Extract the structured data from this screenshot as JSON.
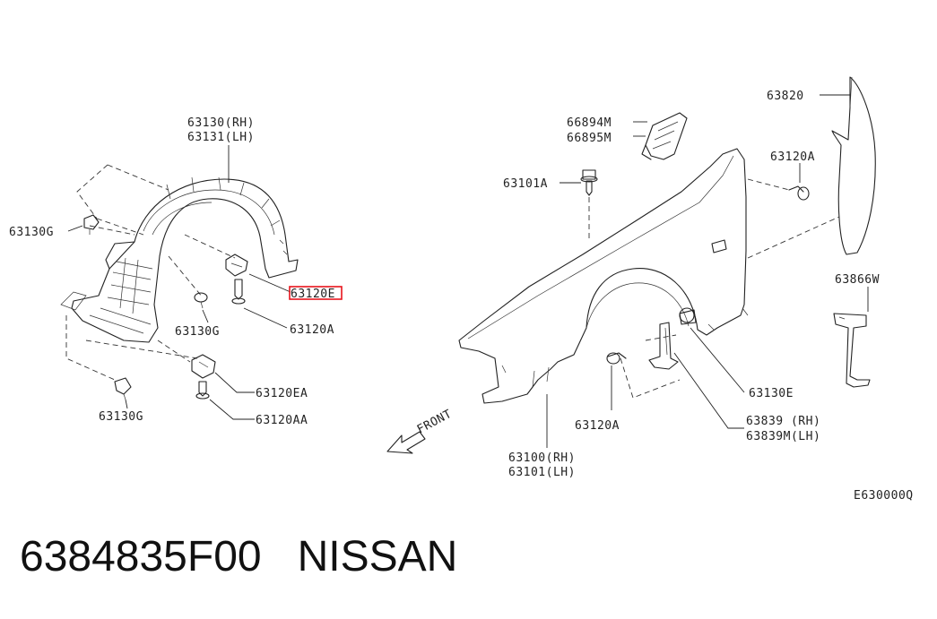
{
  "callouts": {
    "fender_liner_rh": "63130(RH)",
    "fender_liner_lh": "63131(LH)",
    "clip_g_upper_left": "63130G",
    "clip_e_highlight": "63120E",
    "screw_a_left": "63120A",
    "clip_g_middle": "63130G",
    "nut_ea": "63120EA",
    "clip_g_lower": "63130G",
    "screw_aa": "63120AA",
    "bracket_rh": "66894M",
    "bracket_lh": "66895M",
    "bolt_a": "63101A",
    "screw_a_upper_right": "63120A",
    "mudguard": "63820",
    "stay_w": "63866W",
    "clip_e_right": "63130E",
    "protector_rh": "63839 (RH)",
    "protector_lh": "63839M(LH)",
    "screw_a_bottom": "63120A",
    "fender_rh": "63100(RH)",
    "fender_lh": "63101(LH)",
    "front_label": "FRONT",
    "diagram_code": "E630000Q"
  },
  "footer": {
    "part_number": "6384835F00",
    "brand": "NISSAN"
  },
  "colors": {
    "ink": "#222222",
    "highlight": "#e8141c",
    "background": "#ffffff"
  }
}
